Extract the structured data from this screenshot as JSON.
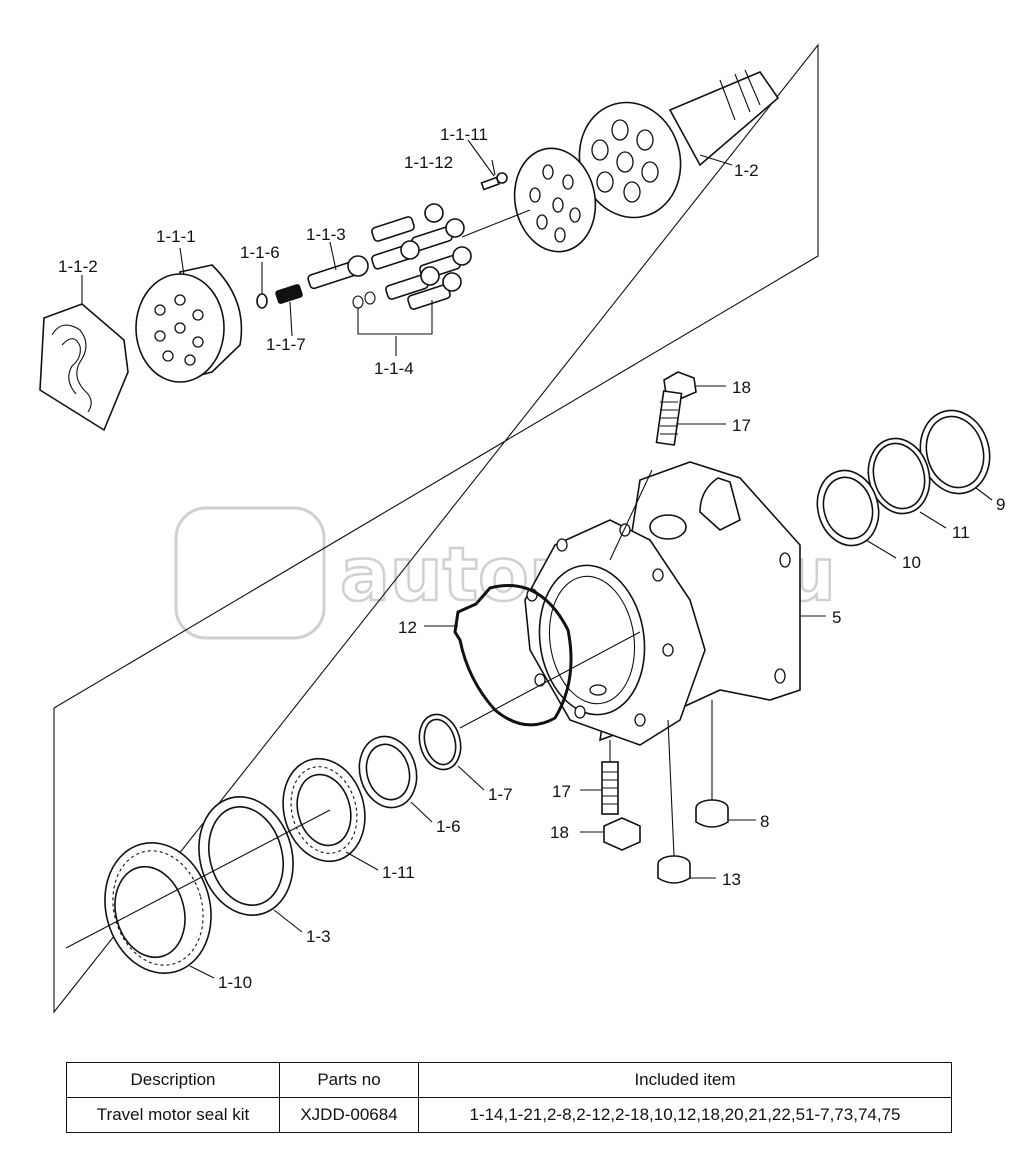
{
  "watermark": "autopiter.ru",
  "labels": [
    {
      "id": "1-1-11",
      "text": "1-1-11"
    },
    {
      "id": "1-1-12",
      "text": "1-1-12"
    },
    {
      "id": "1-2",
      "text": "1-2"
    },
    {
      "id": "1-1-1",
      "text": "1-1-1"
    },
    {
      "id": "1-1-3",
      "text": "1-1-3"
    },
    {
      "id": "1-1-6",
      "text": "1-1-6"
    },
    {
      "id": "1-1-2",
      "text": "1-1-2"
    },
    {
      "id": "1-1-7",
      "text": "1-1-7"
    },
    {
      "id": "1-1-4",
      "text": "1-1-4"
    },
    {
      "id": "18a",
      "text": "18"
    },
    {
      "id": "17a",
      "text": "17"
    },
    {
      "id": "9",
      "text": "9"
    },
    {
      "id": "11",
      "text": "11"
    },
    {
      "id": "10",
      "text": "10"
    },
    {
      "id": "5",
      "text": "5"
    },
    {
      "id": "12",
      "text": "12"
    },
    {
      "id": "1-7",
      "text": "1-7"
    },
    {
      "id": "17b",
      "text": "17"
    },
    {
      "id": "8",
      "text": "8"
    },
    {
      "id": "1-6",
      "text": "1-6"
    },
    {
      "id": "18b",
      "text": "18"
    },
    {
      "id": "1-11",
      "text": "1-11"
    },
    {
      "id": "13",
      "text": "13"
    },
    {
      "id": "1-3",
      "text": "1-3"
    },
    {
      "id": "1-10",
      "text": "1-10"
    }
  ],
  "table": {
    "headers": [
      "Description",
      "Parts no",
      "Included item"
    ],
    "rows": [
      [
        "Travel motor seal kit",
        "XJDD-00684",
        "1-14,1-21,2-8,2-12,2-18,10,12,18,20,21,22,51-7,73,74,75"
      ]
    ]
  }
}
